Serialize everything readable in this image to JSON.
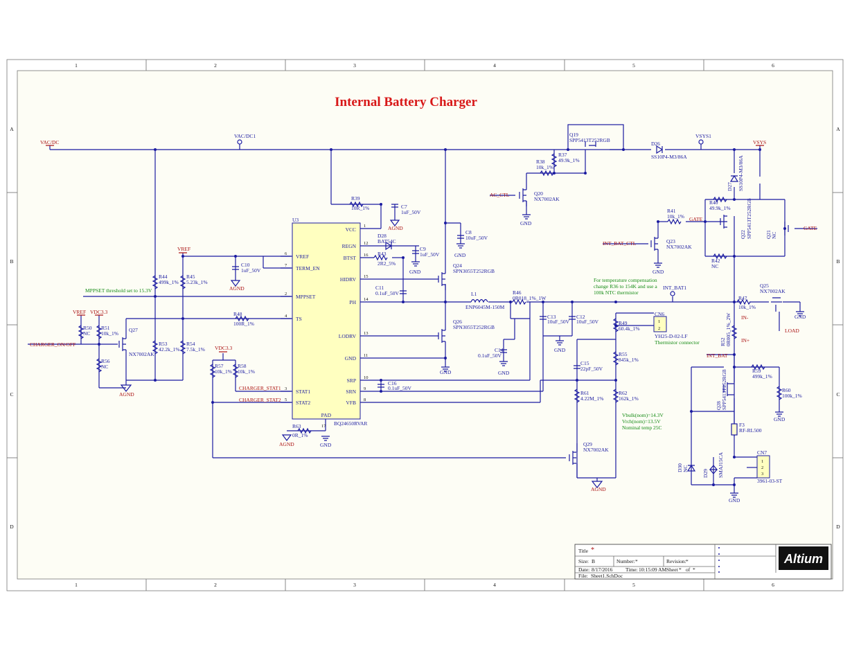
{
  "title": "Internal Battery Charger",
  "border": {
    "columns": [
      "1",
      "2",
      "3",
      "4",
      "5",
      "6"
    ],
    "rows": [
      "A",
      "B",
      "C",
      "D"
    ]
  },
  "nets": {
    "vac_dc": "VAC/DC",
    "vac_dc1": "VAC/DC1",
    "vsys1": "VSYS1",
    "vsys": "VSYS",
    "vref": "VREF",
    "vref2": "VREF",
    "vdc33": "VDC3.3",
    "vdc33b": "VDC3.3",
    "charger_on_off": "CHARGER_ON/OFF",
    "ac_ctl": "AC_CTL",
    "int_bat_ctl": "INT_BAT_CTL",
    "int_bat1": "INT_BAT1",
    "int_bat": "INT_BAT",
    "gate1": "GATE",
    "gate2": "GATE",
    "load": "LOAD",
    "in_minus": "IN-",
    "in_plus": "IN+",
    "charger_stat1": "CHARGER_STAT1",
    "charger_stat2": "CHARGER_STAT2"
  },
  "grounds": {
    "agnd": "AGND",
    "gnd": "GND"
  },
  "notes": {
    "mppset": "MPPSET threshold set to 15.3V",
    "temp": [
      "For temperature compensation",
      "change R36 to 154K and use a",
      "100k NTC thermistor"
    ],
    "vbulk": [
      "Vbulk(nom)=14.3V",
      "Vrch(nom)=13.5V",
      "Nominal temp 25C"
    ]
  },
  "ic": {
    "ref": "U3",
    "part": "BQ24650RVAR",
    "left_pins": [
      {
        "num": "6",
        "name": "VREF"
      },
      {
        "num": "7",
        "name": "TERM_EN"
      },
      {
        "num": "2",
        "name": "MPPSET"
      },
      {
        "num": "4",
        "name": "TS"
      },
      {
        "num": "3",
        "name": "STAT1"
      },
      {
        "num": "5",
        "name": "STAT2"
      }
    ],
    "right_pins": [
      {
        "num": "1",
        "name": "VCC"
      },
      {
        "num": "12",
        "name": "REGN"
      },
      {
        "num": "16",
        "name": "BTST"
      },
      {
        "num": "15",
        "name": "HIDRV"
      },
      {
        "num": "14",
        "name": "PH"
      },
      {
        "num": "13",
        "name": "LODRV"
      },
      {
        "num": "11",
        "name": "GND"
      },
      {
        "num": "10",
        "name": "SRP"
      },
      {
        "num": "9",
        "name": "SRN"
      },
      {
        "num": "8",
        "name": "VFB"
      }
    ],
    "bottom_pin": {
      "num": "17",
      "name": "PAD"
    }
  },
  "components": {
    "R39": [
      "R39",
      "10R_1%"
    ],
    "C7": [
      "C7",
      "1uF_50V"
    ],
    "C8": [
      "C8",
      "10uF_50V"
    ],
    "D28": [
      "D28",
      "BAT54C"
    ],
    "C9": [
      "C9",
      "1uF_50V"
    ],
    "R43": [
      "R43",
      "2R2_5%"
    ],
    "Q24": [
      "Q24",
      "SPN3055T252RGB"
    ],
    "C11": [
      "C11",
      "0.1uF_50V"
    ],
    "L1": [
      "L1",
      "ENP6045M-150M"
    ],
    "R46": [
      "R46",
      "0R018_1%_1W"
    ],
    "C13": [
      "C13",
      "10uF_50V"
    ],
    "C12": [
      "C12",
      "10uF_50V"
    ],
    "Q26": [
      "Q26",
      "SPN3055T252RGB"
    ],
    "C14": [
      "C14",
      "0.1uF_50V"
    ],
    "C16": [
      "C16",
      "0.1uF_50V"
    ],
    "C10": [
      "C10",
      "1uF_50V"
    ],
    "R44": [
      "R44",
      "499k_1%"
    ],
    "R45": [
      "R45",
      "5.23k_1%"
    ],
    "R48": [
      "R48",
      "100R_1%"
    ],
    "R53": [
      "R53",
      "42.2k_1%"
    ],
    "R54": [
      "R54",
      "7.5k_1%"
    ],
    "R50": [
      "R50",
      "NC"
    ],
    "R51": [
      "R51",
      "10k_1%"
    ],
    "R56": [
      "R56",
      "NC"
    ],
    "Q27": [
      "Q27",
      "NX7002AK"
    ],
    "R57": [
      "R57",
      "10k_1%"
    ],
    "R58": [
      "R58",
      "10k_1%"
    ],
    "R63": [
      "R63",
      "0R_1%"
    ],
    "Q19": [
      "Q19",
      "SPP5413T252RGB"
    ],
    "R37": [
      "R37",
      "49.9k_1%"
    ],
    "R38": [
      "R38",
      "10k_1%"
    ],
    "Q20": [
      "Q20",
      "NX7002AK"
    ],
    "D26": [
      "D26",
      "SS10P4-M3/86A"
    ],
    "D27": [
      "D27",
      "SS10P4-M3/86A"
    ],
    "R40": [
      "R40",
      "49.9k_1%"
    ],
    "R41": [
      "R41",
      "10k_1%"
    ],
    "Q22": [
      "Q22",
      "SPP5413T252RGB"
    ],
    "Q21": [
      "Q21",
      "NC"
    ],
    "R42": [
      "R42",
      "NC"
    ],
    "Q23": [
      "Q23",
      "NX7002AK"
    ],
    "R47": [
      "R47",
      "10k_1%"
    ],
    "Q25": [
      "Q25",
      "NX7002AK"
    ],
    "R49": [
      "R49",
      "60.4k_1%"
    ],
    "CN6": [
      "CN6",
      "YH25-D-02-LF"
    ],
    "CN6_note": "Thermistor connector",
    "R55": [
      "R55",
      "845k_1%"
    ],
    "C15": [
      "C15",
      "22pF_50V"
    ],
    "R61": [
      "R61",
      "4.22M_1%"
    ],
    "R62": [
      "R62",
      "162k_1%"
    ],
    "Q29": [
      "Q29",
      "NX7002AK"
    ],
    "R52": [
      "R52",
      "0R005_1%_2W"
    ],
    "R59": [
      "R59",
      "499k_1%"
    ],
    "Q28": [
      "Q28",
      "SPP5413T252RGB"
    ],
    "R60": [
      "R60",
      "100k_1%"
    ],
    "F3": [
      "F3",
      "RF-RL500"
    ],
    "D30": [
      "D30",
      "NC"
    ],
    "D29": [
      "D29",
      "SMAJ15CA"
    ],
    "CN7": [
      "CN7",
      "3961-03-ST"
    ]
  },
  "title_block": {
    "title_label": "Title",
    "title_value": "*",
    "size_label": "Size:",
    "size_value": "B",
    "number_label": "Number:",
    "number_value": "*",
    "revision_label": "Revision:",
    "revision_value": "*",
    "date_label": "Date:",
    "date_value": "8/17/2016",
    "time_label": "Time:",
    "time_value": "10:15:09 AM",
    "sheet_label": "Sheet",
    "sheet_value": "*",
    "of_label": "of",
    "of_value": "*",
    "file_label": "File:",
    "file_value": "Sheet1.SchDoc",
    "logo": "Altium"
  },
  "colors": {
    "wire": "#1a1aa0",
    "net_label": "#aa1010",
    "note": "#138a13",
    "ic_fill": "#ffffc0",
    "paper": "#fdfdf5"
  }
}
